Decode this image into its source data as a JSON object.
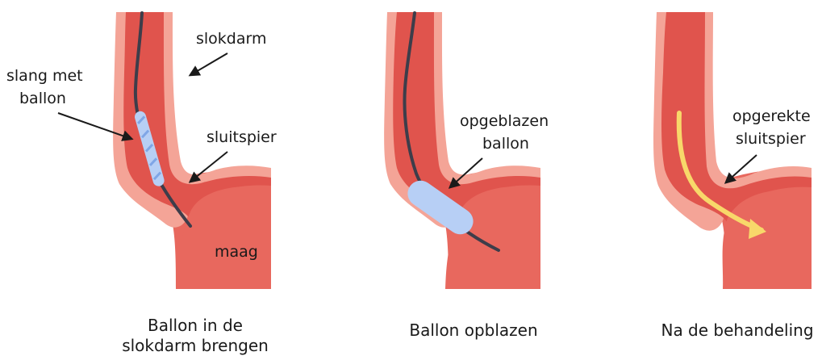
{
  "colors": {
    "wall_light": "#f4a497",
    "wall_dark": "#e8685e",
    "lumen": "#e0544d",
    "tube": "#3d3d4a",
    "balloon": "#b7cff5",
    "balloon_stripe": "#7fa6e6",
    "arrow_yellow": "#f8d86a",
    "text": "#1a1a1a"
  },
  "panels": [
    {
      "labels": {
        "tube": [
          "slang met",
          "ballon"
        ],
        "esophagus": "slokdarm",
        "sphincter": "sluitspier",
        "stomach": "maag"
      },
      "caption": [
        "Ballon in de",
        "slokdarm brengen"
      ]
    },
    {
      "labels": {
        "balloon": [
          "opgeblazen",
          "ballon"
        ]
      },
      "caption": [
        "Ballon opblazen"
      ]
    },
    {
      "labels": {
        "sphincter": [
          "opgerekte",
          "sluitspier"
        ]
      },
      "caption": [
        "Na de behandeling"
      ]
    }
  ]
}
